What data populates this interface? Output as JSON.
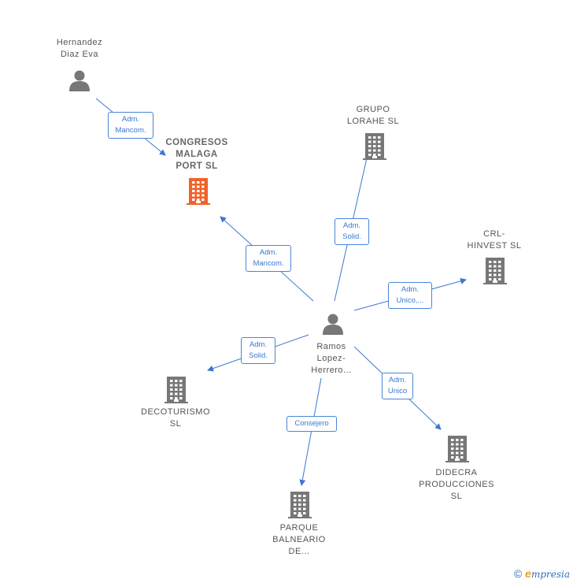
{
  "nodes": [
    {
      "id": "hernandez",
      "type": "person",
      "label": "Hernandez\nDiaz Eva"
    },
    {
      "id": "congresos",
      "type": "company",
      "label": "CONGRESOS\nMALAGA\nPORT SL",
      "highlight": true
    },
    {
      "id": "grupo",
      "type": "company",
      "label": "GRUPO\nLORAHE SL"
    },
    {
      "id": "crl",
      "type": "company",
      "label": "CRL-\nHINVEST SL"
    },
    {
      "id": "ramos",
      "type": "person",
      "label": "Ramos\nLopez-\nHerrero..."
    },
    {
      "id": "decoturismo",
      "type": "company",
      "label": "DECOTURISMO\nSL"
    },
    {
      "id": "didecra",
      "type": "company",
      "label": "DIDECRA\nPRODUCCIONES\nSL"
    },
    {
      "id": "parque",
      "type": "company",
      "label": "PARQUE\nBALNEARIO\nDE..."
    }
  ],
  "edges": [
    {
      "from": "hernandez",
      "to": "congresos",
      "label": "Adm.\nMancom."
    },
    {
      "from": "ramos",
      "to": "congresos",
      "label": "Adm.\nMancom."
    },
    {
      "from": "ramos",
      "to": "grupo",
      "label": "Adm.\nSolid."
    },
    {
      "from": "ramos",
      "to": "crl",
      "label": "Adm.\nUnico,..."
    },
    {
      "from": "ramos",
      "to": "decoturismo",
      "label": "Adm.\nSolid."
    },
    {
      "from": "ramos",
      "to": "didecra",
      "label": "Adm.\nUnico"
    },
    {
      "from": "ramos",
      "to": "parque",
      "label": "Consejero"
    }
  ],
  "colors": {
    "edge": "#3a78d0",
    "node_icon": "#777777",
    "highlight_icon": "#f0622a"
  },
  "footer": {
    "copyright_symbol": "©",
    "brand_e": "e",
    "brand_rest": "mpresia"
  }
}
